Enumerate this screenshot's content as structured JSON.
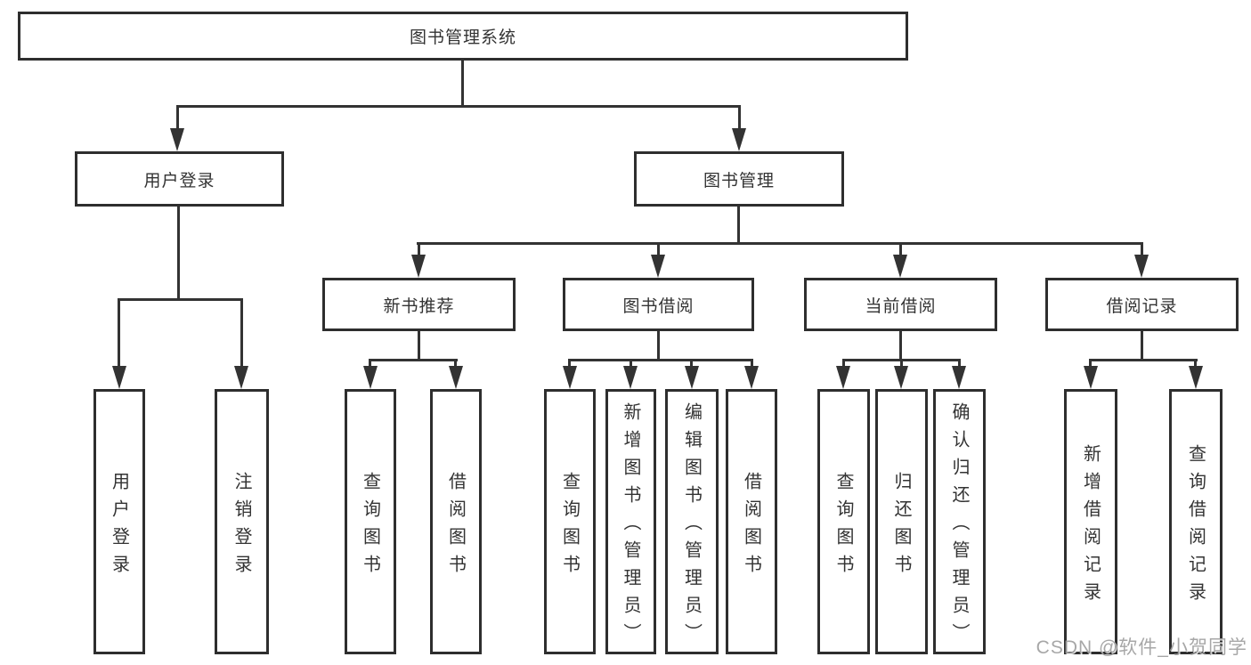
{
  "tree": {
    "root": "图书管理系统",
    "branches": [
      {
        "label": "用户登录",
        "children": [
          "用户登录",
          "注销登录"
        ]
      },
      {
        "label": "图书管理",
        "sections": [
          {
            "label": "新书推荐",
            "children": [
              "查询图书",
              "借阅图书"
            ]
          },
          {
            "label": "图书借阅",
            "children": [
              "查询图书",
              "新增图书（管理员）",
              "编辑图书（管理员）",
              "借阅图书"
            ]
          },
          {
            "label": "当前借阅",
            "children": [
              "查询图书",
              "归还图书",
              "确认归还（管理员）"
            ]
          },
          {
            "label": "借阅记录",
            "children": [
              "新增借阅记录",
              "查询借阅记录"
            ]
          }
        ]
      }
    ]
  },
  "watermark": {
    "text": "CSDN @软件_小贺同学"
  },
  "colors": {
    "line": "#333333",
    "border": "#2e2e2e",
    "text": "#333333",
    "watermark_text": "#9e9e9e",
    "background": "#ffffff"
  }
}
